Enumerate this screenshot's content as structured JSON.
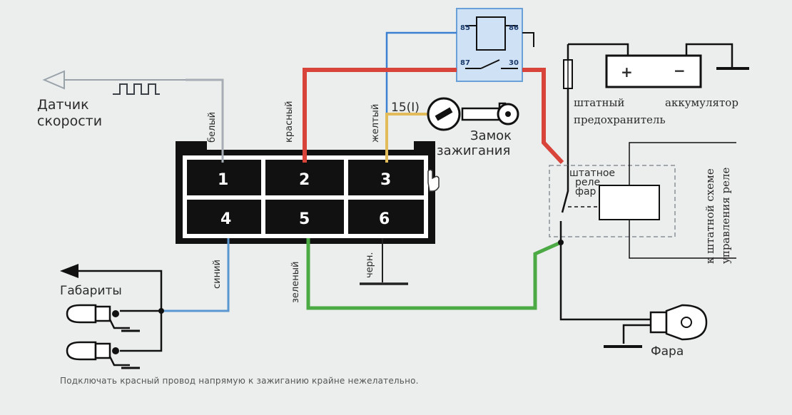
{
  "labels": {
    "speed_sensor": [
      "Датчик",
      "скорости"
    ],
    "parking_lights": "Габариты",
    "ignition_lock": [
      "Замок",
      "зажигания"
    ],
    "ignition_terminal": "15(I)",
    "stock_fuse": [
      "штатный",
      "предохранитель"
    ],
    "battery": "аккумулятор",
    "stock_relay": [
      "штатное",
      "реле",
      "фар"
    ],
    "relay_control": [
      "к штатной схеме",
      "управления реле"
    ],
    "headlight": "Фара"
  },
  "wires": {
    "white": "белый",
    "red": "красный",
    "yellow": "желтый",
    "blue": "синий",
    "green": "зеленый",
    "black": "черн."
  },
  "connector": {
    "pins": [
      "1",
      "2",
      "3",
      "4",
      "5",
      "6"
    ]
  },
  "relay": {
    "pins": [
      "85",
      "86",
      "87",
      "30"
    ]
  },
  "battery_terminals": {
    "plus": "+",
    "minus": "−"
  },
  "footnote": "Подключать красный провод напрямую к зажиганию крайне нежелательно.",
  "colors": {
    "red_wire": "#d8443a",
    "yellow_wire": "#e2bc5a",
    "blue_wire": "#5a97d0",
    "green_wire": "#4caa45",
    "relay_box": "#cfe2f5",
    "relay_frame": "#3b7fd0",
    "connector": "#111111"
  }
}
